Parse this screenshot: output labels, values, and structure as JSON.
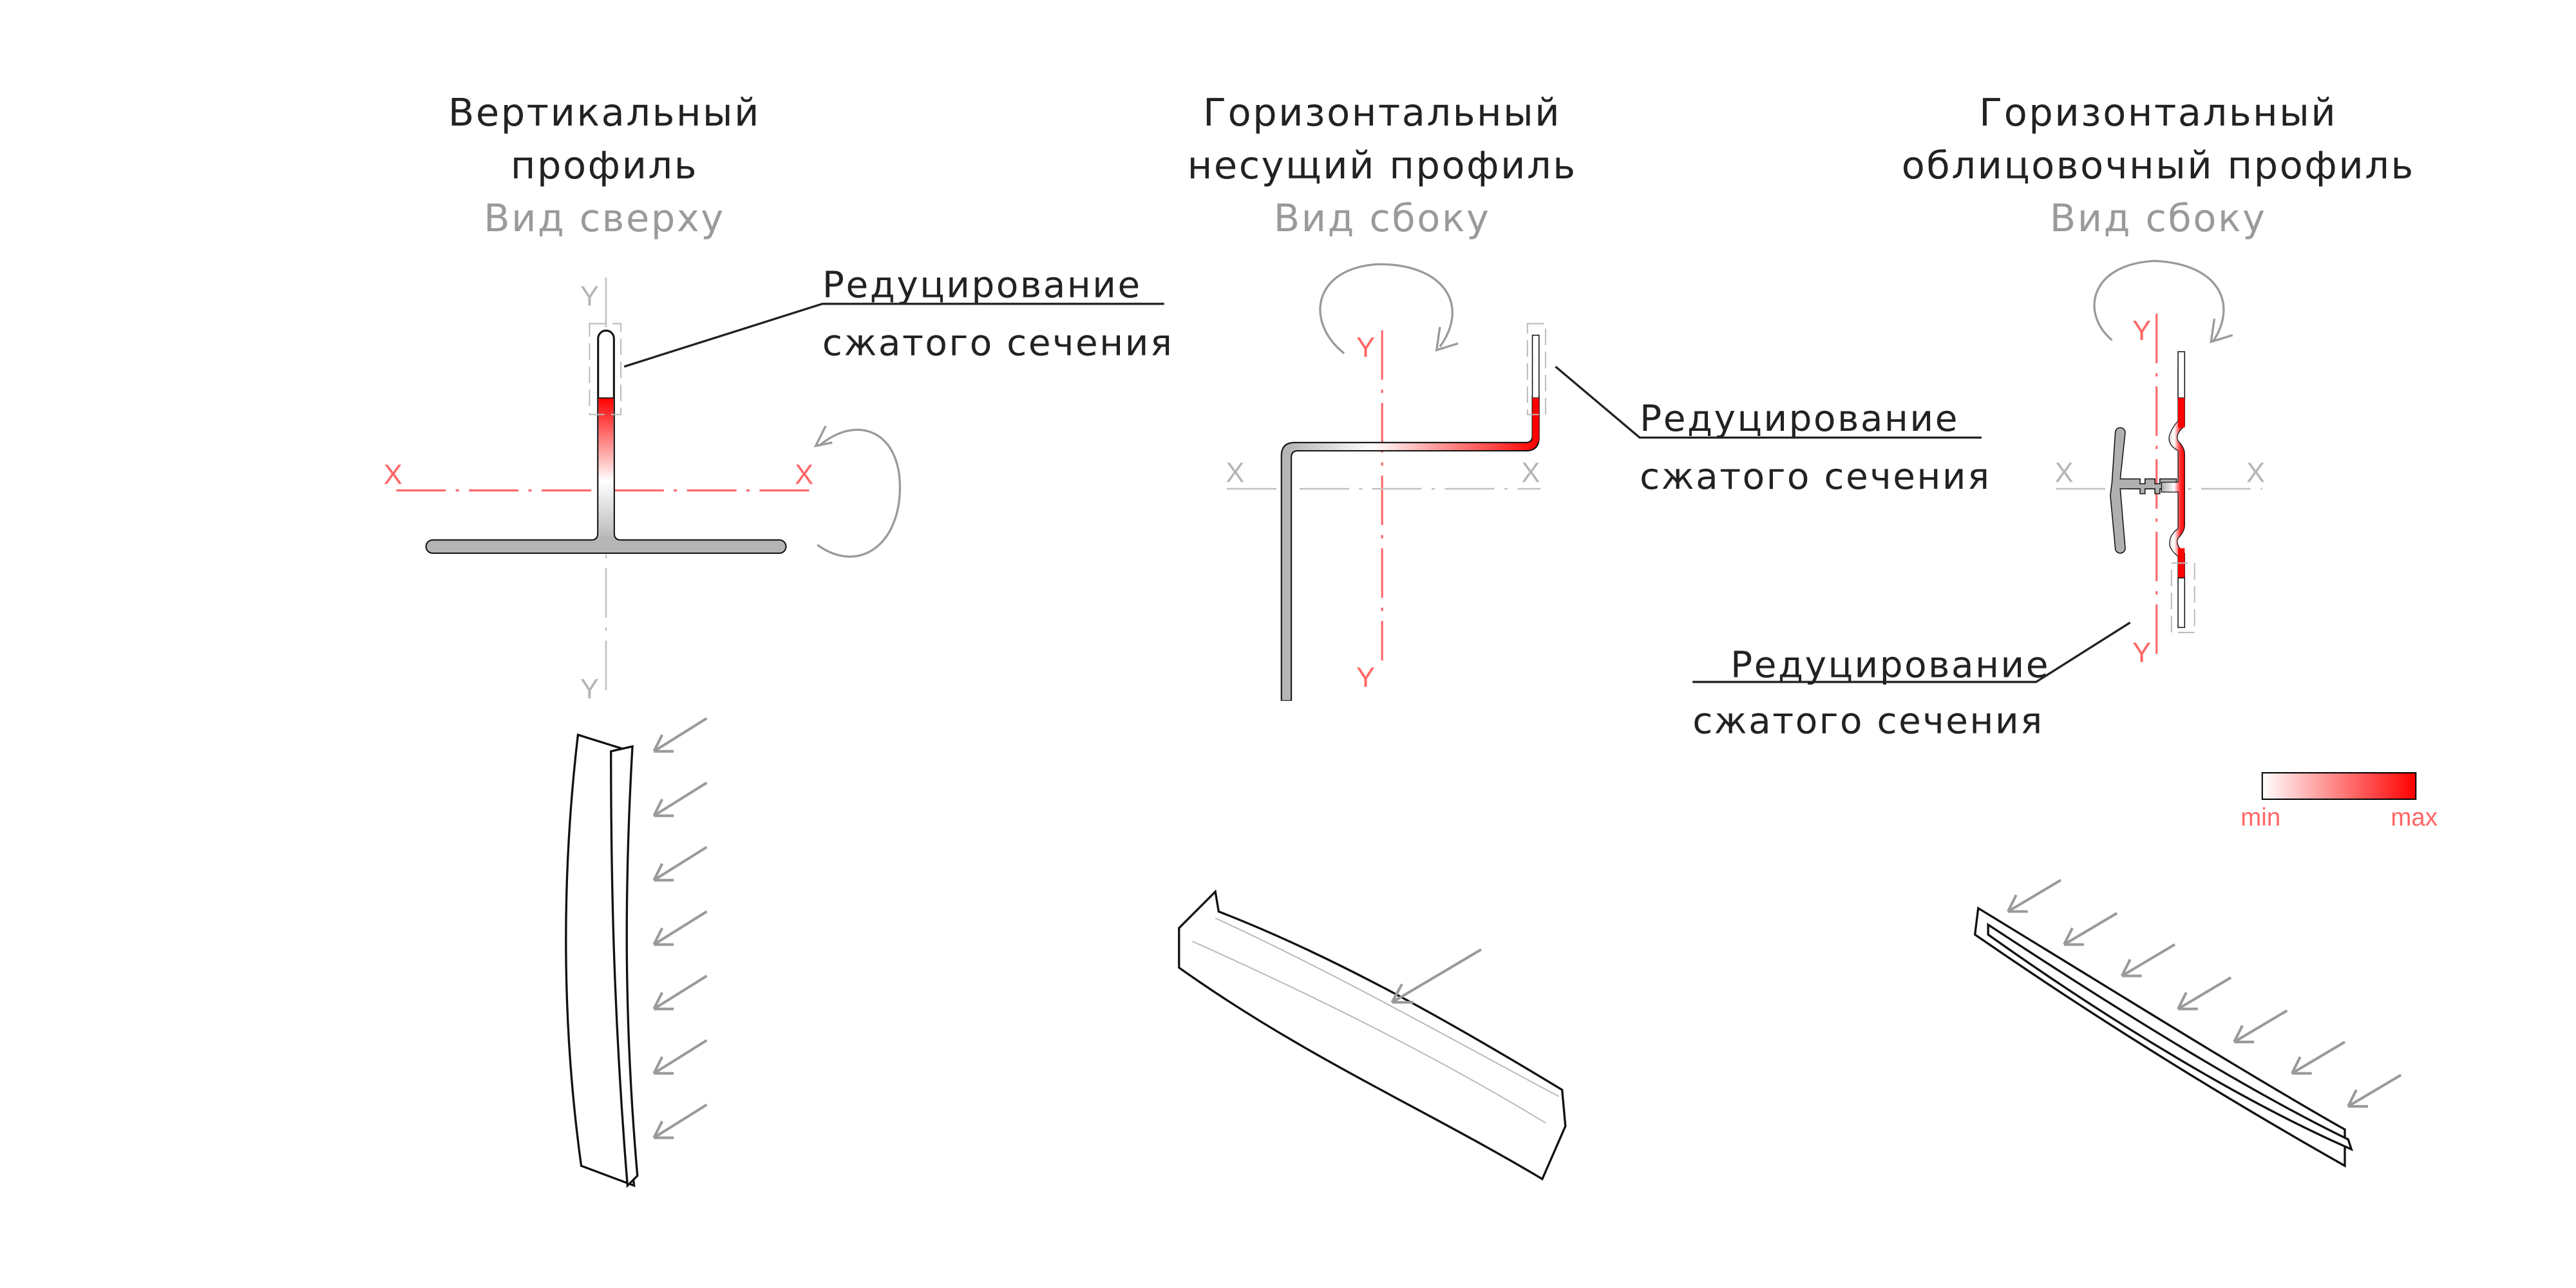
{
  "columns": [
    {
      "title_lines": [
        "Вертикальный",
        "профиль"
      ],
      "view": "Вид сверху",
      "callout": [
        "Редуцирование",
        "сжатого сечения"
      ],
      "axes": {
        "x_label": "X",
        "y_label": "Y",
        "x_color": "#ff6666",
        "y_color": "#b5b5b5"
      }
    },
    {
      "title_lines": [
        "Горизонтальный",
        "несущий профиль"
      ],
      "view": "Вид сбоку",
      "callout": [
        "Редуцирование",
        "сжатого сечения"
      ],
      "axes": {
        "x_label": "X",
        "y_label": "Y",
        "x_color": "#b5b5b5",
        "y_color": "#ff6666"
      }
    },
    {
      "title_lines": [
        "Горизонтальный",
        "облицовочный профиль"
      ],
      "view": "Вид сбоку",
      "callout": [
        "Редуцирование",
        "сжатого сечения"
      ],
      "axes": {
        "x_label": "X",
        "y_label": "Y",
        "x_color": "#b5b5b5",
        "y_color": "#ff6666"
      }
    }
  ],
  "legend": {
    "min_label": "min",
    "max_label": "max",
    "min_color": "#ffffff",
    "max_color": "#ff0000"
  }
}
